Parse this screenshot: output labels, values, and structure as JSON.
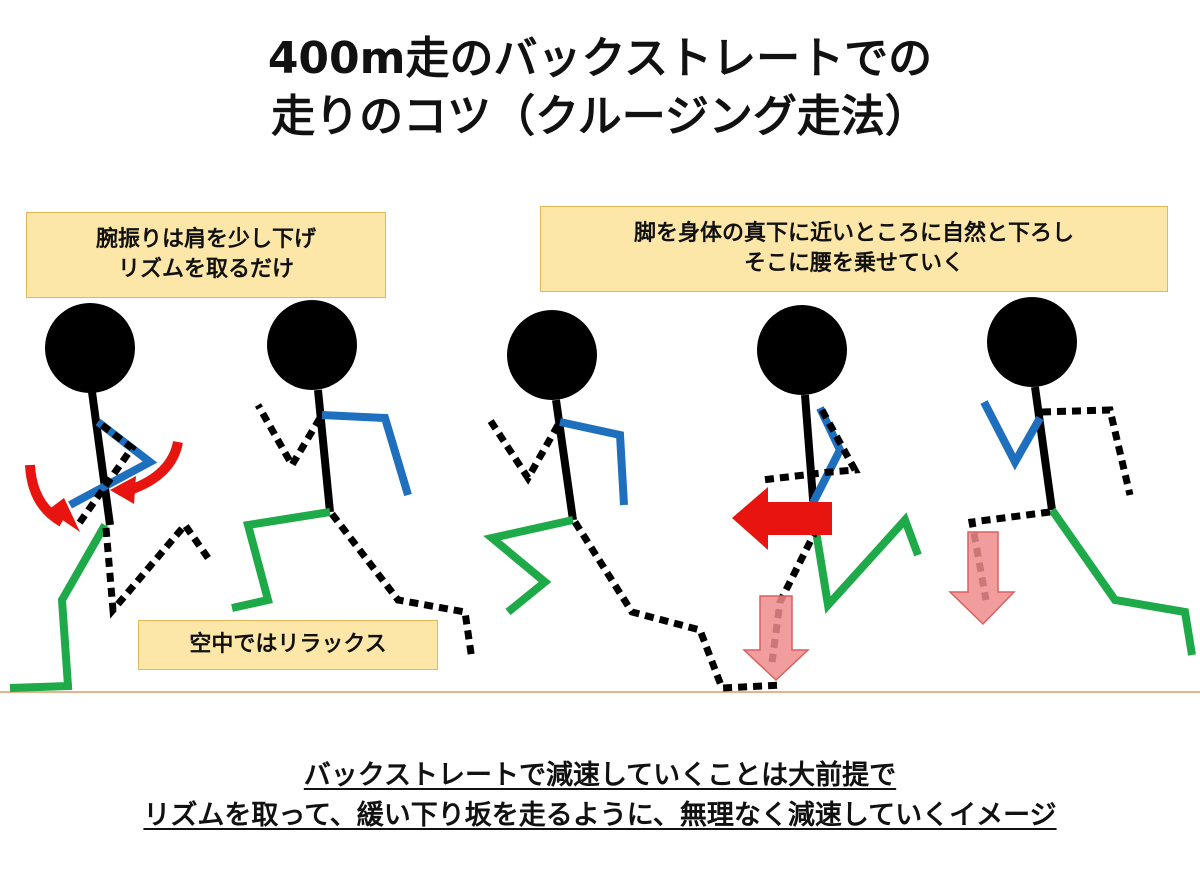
{
  "title": {
    "line1": "400m走のバックストレートでの",
    "line2": "走りのコツ（クルージング走法）"
  },
  "callouts": {
    "arm": [
      "腕振りは肩を少し下げ",
      "リズムを取るだけ"
    ],
    "leg": [
      "脚を身体の真下に近いところに自然と下ろし",
      "そこに腰を乗せていく"
    ],
    "air": [
      "空中ではリラックス"
    ]
  },
  "bottom": {
    "line1": "バックストレートで減速していくことは大前提で",
    "line2": "リズムを取って、緩い下り坂を走るように、無理なく減速していくイメージ"
  },
  "colors": {
    "body": "#000000",
    "near_arm": "#1f6fbf",
    "near_leg": "#1faa4a",
    "rotation_arrow": "#e8140f",
    "push_arrow": "#f08c8c",
    "callout_fill": "#fde7a8",
    "ground_line": "#e6b48c"
  },
  "figures": [
    {
      "pose": "arm-swing"
    },
    {
      "pose": "air-phase-1"
    },
    {
      "pose": "air-phase-2"
    },
    {
      "pose": "landing"
    },
    {
      "pose": "support"
    }
  ]
}
